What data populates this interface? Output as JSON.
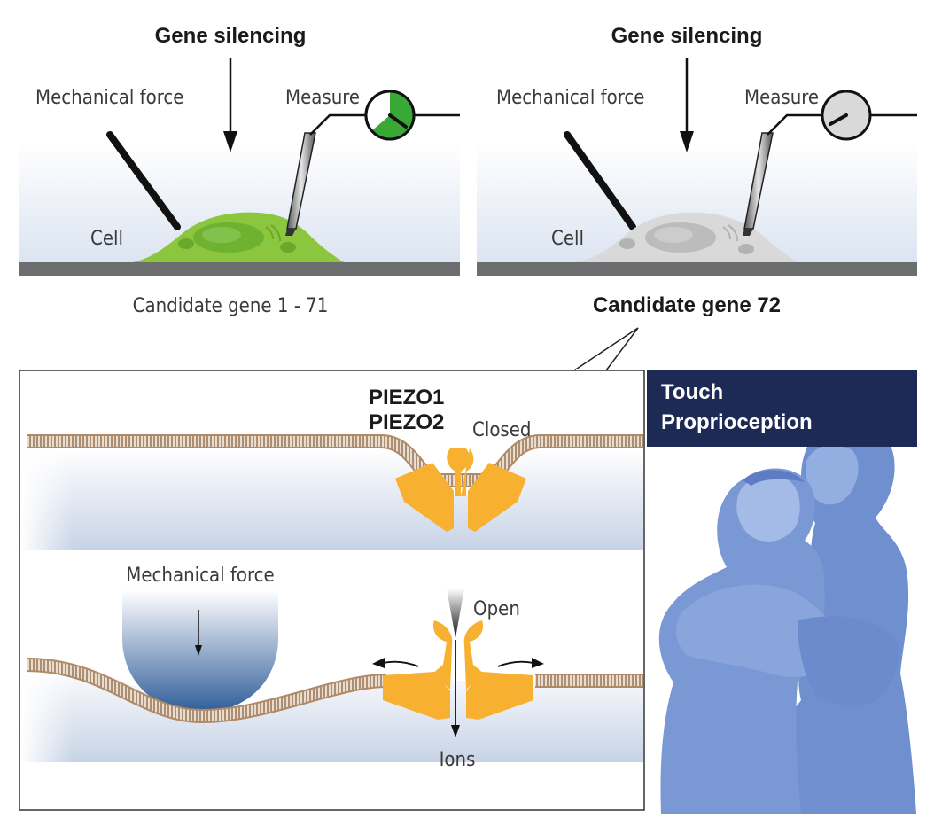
{
  "panels": {
    "left": {
      "gene_silencing": "Gene silencing",
      "mechanical_force": "Mechanical force",
      "measure": "Measure",
      "cell": "Cell",
      "caption": "Candidate gene 1 - 71",
      "cell_color": "#8cc63f",
      "gauge_color": "#39a935"
    },
    "right": {
      "gene_silencing": "Gene silencing",
      "mechanical_force": "Mechanical force",
      "measure": "Measure",
      "cell": "Cell",
      "caption": "Candidate gene 72",
      "cell_color": "#d9d9d9",
      "gauge_color": "#d9d9d9"
    }
  },
  "detail": {
    "channel_names": [
      "PIEZO1",
      "PIEZO2"
    ],
    "closed_label": "Closed",
    "mechanical_force": "Mechanical force",
    "open_label": "Open",
    "ions_label": "Ions",
    "channel_color": "#f7b030",
    "membrane_color": "#b08a68"
  },
  "banner": {
    "line1": "Touch",
    "line2": "Proprioception",
    "color": "#1c2a55"
  }
}
